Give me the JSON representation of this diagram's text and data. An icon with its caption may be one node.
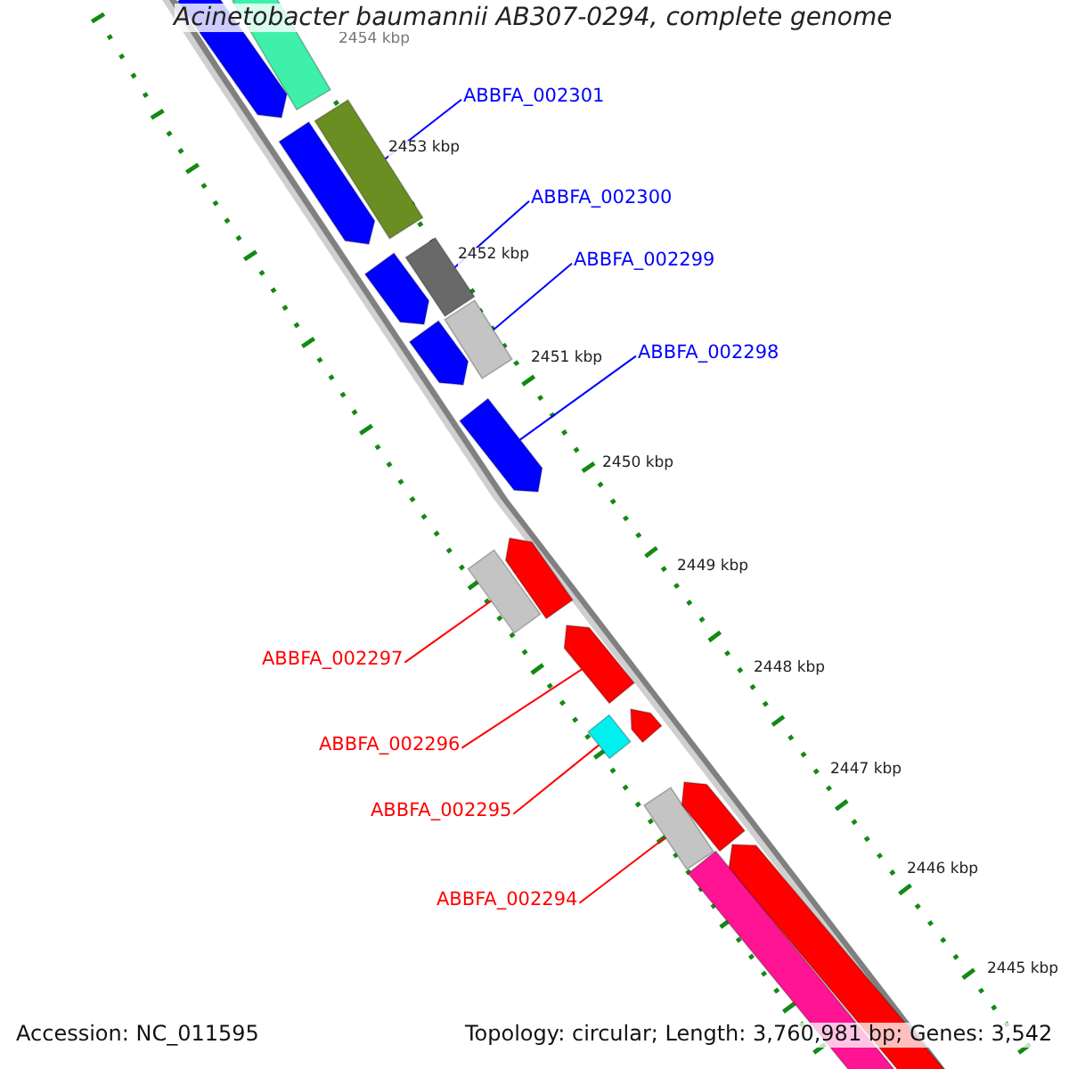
{
  "diagram": {
    "title": "Acinetobacter baumannii AB307-0294, complete genome",
    "nodes": [
      {
        "text": [
          "ABBFA_002301"
        ]
      },
      {
        "text": [
          "ABBFA_002300"
        ]
      },
      {
        "text": [
          "ABBFA_002299"
        ]
      },
      {
        "text": [
          "ABBFA_002298"
        ]
      },
      {
        "text": [
          "ABBFA_002297"
        ]
      },
      {
        "text": [
          "ABBFA_002296"
        ]
      },
      {
        "text": [
          "ABBFA_002295"
        ]
      },
      {
        "text": [
          "ABBFA_002294"
        ]
      },
      {
        "text": [],
        "shape": "bar"
      },
      {
        "text": [],
        "shape": "bar"
      },
      {
        "text": [],
        "shape": "bar"
      },
      {
        "text": [],
        "shape": "bar"
      },
      {
        "text": [],
        "shape": "bar"
      },
      {
        "text": [],
        "shape": "bar"
      },
      {
        "text": [],
        "shape": "bar"
      },
      {
        "text": [],
        "shape": "bar"
      },
      {
        "text": [],
        "shape": "bar"
      },
      {
        "text": [],
        "shape": "bar"
      },
      {
        "text": [],
        "shape": "bar"
      },
      {
        "text": [],
        "shape": "bar"
      },
      {
        "text": [],
        "shape": "bar"
      },
      {
        "text": [],
        "shape": "bar"
      },
      {
        "text": [],
        "shape": "bar"
      },
      {
        "text": [],
        "shape": "bar"
      },
      {
        "text": [],
        "shape": "bar"
      },
      {
        "text": [],
        "shape": "bar"
      }
    ],
    "edges": [
      {
        "from": 0,
        "to": 8,
        "arrow": "none",
        "color": "#0000ff"
      },
      {
        "from": 1,
        "to": 9,
        "arrow": "none",
        "color": "#0000ff"
      },
      {
        "from": 2,
        "to": 10,
        "arrow": "none",
        "color": "#0000ff"
      },
      {
        "from": 3,
        "to": 11,
        "arrow": "none",
        "color": "#0000ff"
      },
      {
        "from": 4,
        "to": 12,
        "arrow": "none",
        "color": "#ff0000"
      },
      {
        "from": 5,
        "to": 13,
        "arrow": "none",
        "color": "#ff0000"
      },
      {
        "from": 6,
        "to": 14,
        "arrow": "none",
        "color": "#ff0000"
      },
      {
        "from": 7,
        "to": 15,
        "arrow": "none",
        "color": "#ff0000"
      }
    ],
    "labels": [
      "2454 kbp",
      "2453 kbp",
      "2452 kbp",
      "2451 kbp",
      "2450 kbp",
      "2449 kbp",
      "2448 kbp",
      "2447 kbp",
      "2446 kbp",
      "2445 kbp",
      "Accession: NC_011595",
      "Topology: circular; Length: 3,760,981 bp; Genes: 3,542"
    ]
  }
}
